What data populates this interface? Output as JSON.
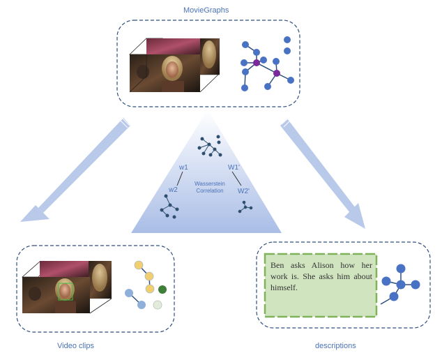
{
  "labels": {
    "top": "MovieGraphs",
    "video": "Video clips",
    "descriptions": "descriptions"
  },
  "triangle": {
    "w1": "w1",
    "w2": "w2",
    "w1p": "W1'",
    "w2p": "W2'",
    "center_line1": "Wasserstein",
    "center_line2": "Correlation"
  },
  "description_text": "Ben asks Alison how her work is. She asks him about himself.",
  "colors": {
    "border": "#2f4f7f",
    "node_blue": "#4a72c4",
    "node_purple": "#7a2a9a",
    "node_yellow": "#f2cf6e",
    "node_green": "#3f7f3a",
    "node_lightblue": "#8fb0d8",
    "node_gray": "#d9e3cf",
    "arrow": "#b8c9ea",
    "text_box_fill": "#cfe4bf",
    "text_box_border": "#7fb35a"
  }
}
